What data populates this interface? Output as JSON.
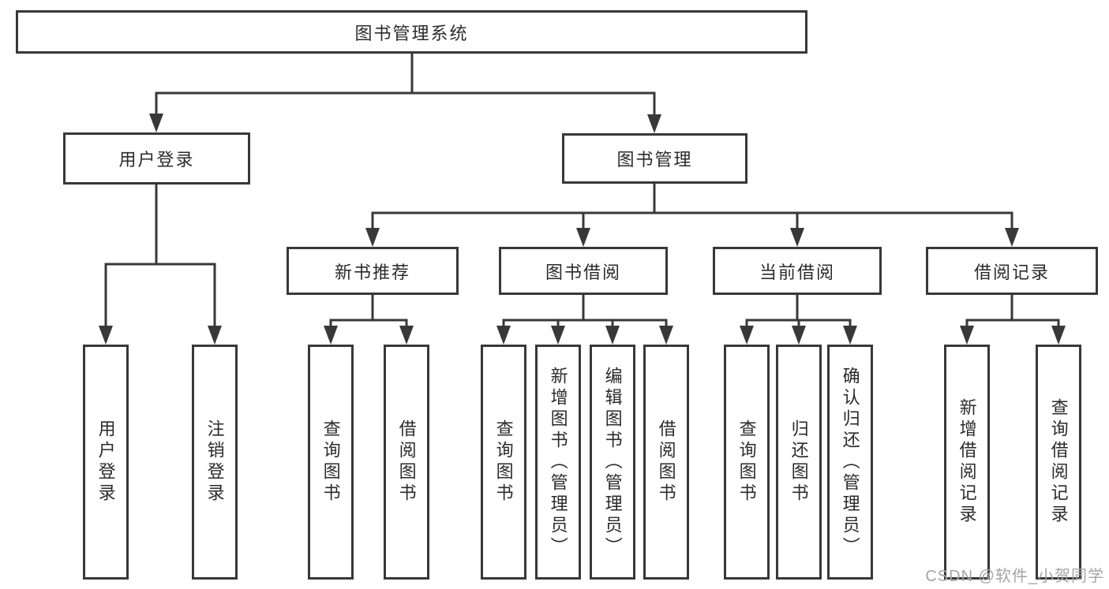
{
  "tree": {
    "root": "图书管理系统",
    "login": {
      "label": "用户登录",
      "children": [
        "用户登录",
        "注销登录"
      ]
    },
    "manage": {
      "label": "图书管理",
      "groups": [
        {
          "label": "新书推荐",
          "children": [
            "查询图书",
            "借阅图书"
          ]
        },
        {
          "label": "图书借阅",
          "children": [
            "查询图书",
            "新增图书（管理员）",
            "编辑图书（管理员）",
            "借阅图书"
          ]
        },
        {
          "label": "当前借阅",
          "children": [
            "查询图书",
            "归还图书",
            "确认归还（管理员）"
          ]
        },
        {
          "label": "借阅记录",
          "children": [
            "新增借阅记录",
            "查询借阅记录"
          ]
        }
      ]
    }
  },
  "watermark": "CSDN @软件_小贺同学",
  "colors": {
    "line": "#383838",
    "text": "#2b2b2b",
    "watermark": "#a5a5a5",
    "background": "#ffffff"
  }
}
